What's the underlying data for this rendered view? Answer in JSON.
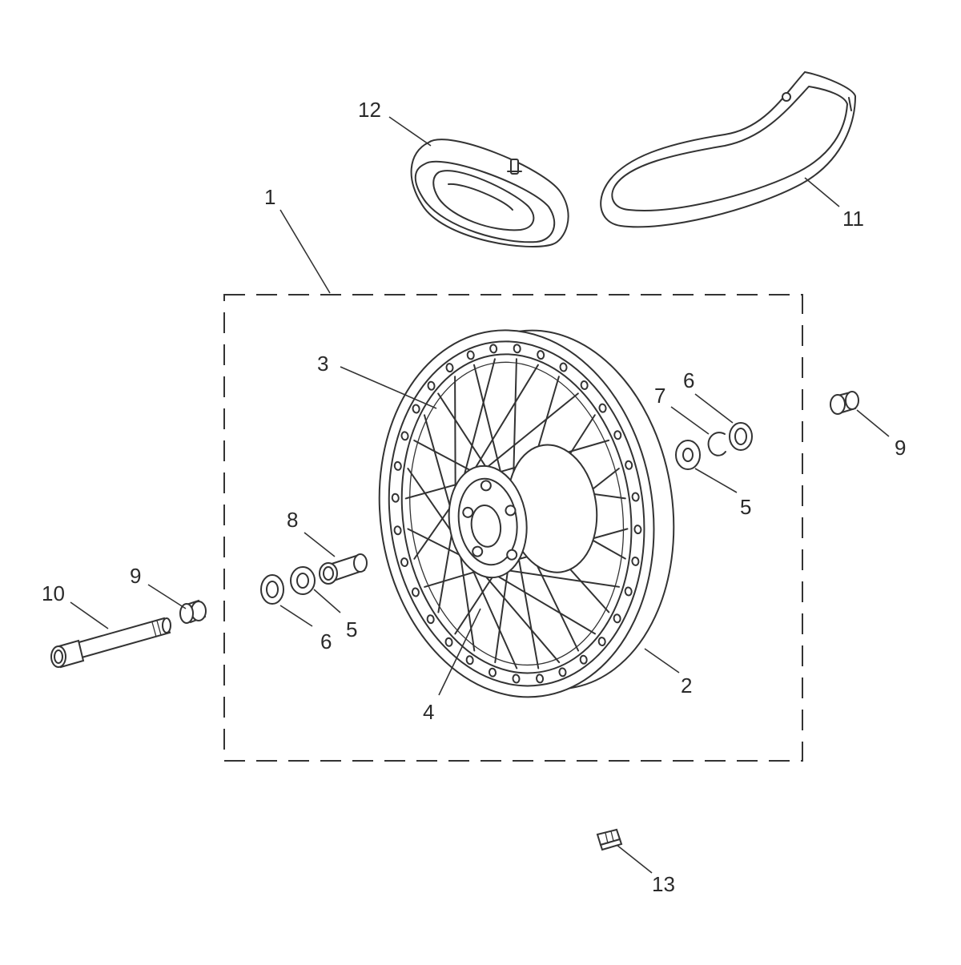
{
  "callouts": {
    "c1": "1",
    "c2": "2",
    "c3": "3",
    "c4": "4",
    "c5a": "5",
    "c5b": "5",
    "c6a": "6",
    "c6b": "6",
    "c7": "7",
    "c8": "8",
    "c9a": "9",
    "c9b": "9",
    "c10": "10",
    "c11": "11",
    "c12": "12",
    "c13": "13"
  },
  "colors": {
    "line": "#333333",
    "label": "#2a2a2a",
    "background": "#ffffff"
  }
}
